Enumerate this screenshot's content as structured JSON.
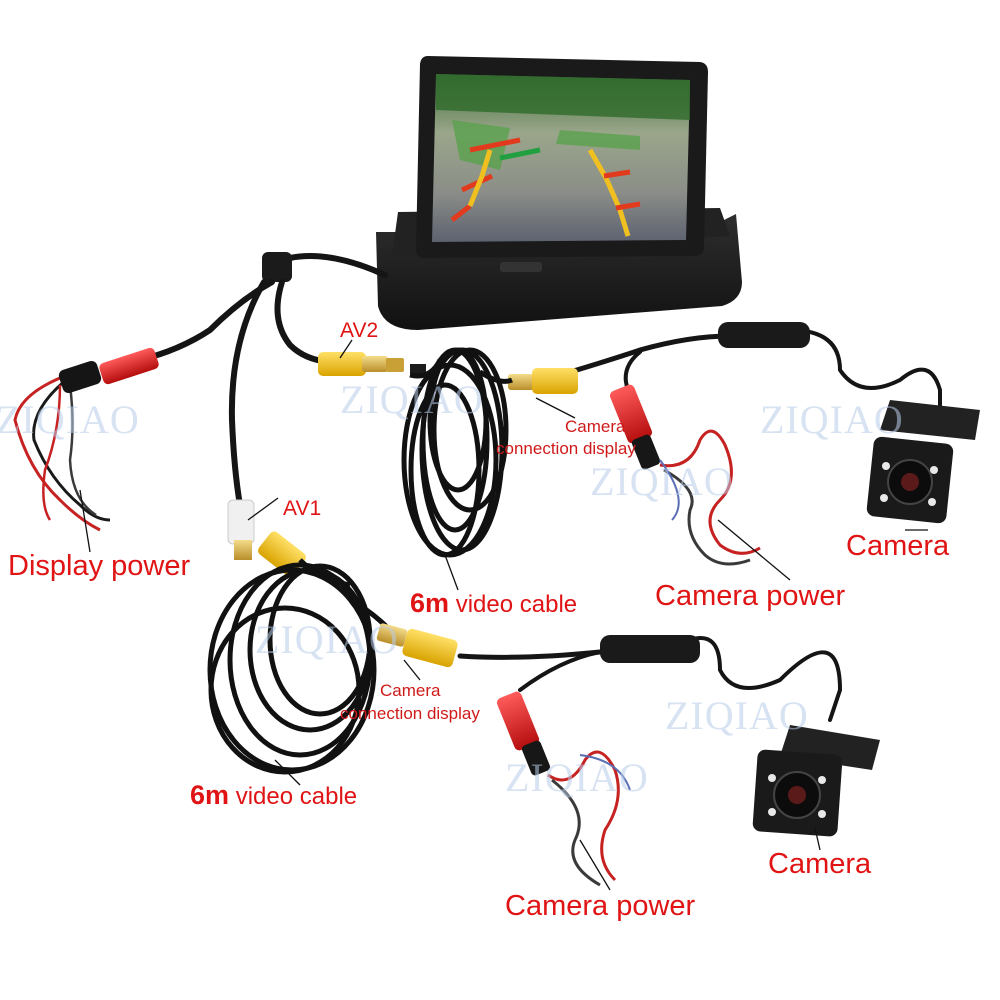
{
  "watermark": "ZIQIAO",
  "labels": {
    "display_power": "Display power",
    "av1": "AV1",
    "av2": "AV2",
    "camera_connection_top_1": "Camera",
    "camera_connection_top_2": "connection display",
    "camera_connection_bottom_1": "Camera",
    "camera_connection_bottom_2": "connection display",
    "cable_top_len": "6m",
    "cable_top_text": " video cable",
    "cable_bottom_len": "6m",
    "cable_bottom_text": " video cable",
    "camera_power_top": "Camera power",
    "camera_power_bottom": "Camera power",
    "camera_top": "Camera",
    "camera_bottom": "Camera"
  },
  "colors": {
    "label_red": "#e01414",
    "watermark_blue": "#b8cce8",
    "rca_yellow": "#f2c21a",
    "rca_white": "#f0f0f0",
    "plug_red": "#d81b1b",
    "cable_black": "#151515"
  },
  "icons": [
    "monitor",
    "rca-connector",
    "camera",
    "power-plug",
    "coiled-cable"
  ]
}
